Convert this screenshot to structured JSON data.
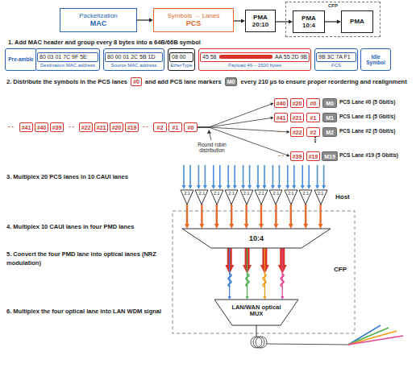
{
  "diagram": {
    "nodes": [
      {
        "text": [
          "Packetization",
          "MAC"
        ]
      },
      {
        "text": [
          "Symbols → Lanes",
          "PCS"
        ]
      },
      {
        "text": [
          "PMA",
          "20:10"
        ]
      },
      {
        "text": [
          "CFP"
        ]
      },
      {
        "text": [
          "PMA",
          "10:4"
        ],
        "in": 3
      },
      {
        "text": [
          "PMA"
        ],
        "in": 3
      },
      {
        "text": [
          "Pre-amble"
        ]
      },
      {
        "text": [
          "80 03 01 7C 9F 5E",
          "Destination MAC address"
        ]
      },
      {
        "text": [
          "80 00 01 2C 5B 1D",
          "Source MAC address"
        ]
      },
      {
        "text": [
          "08 00",
          "EtherType"
        ]
      },
      {
        "text": [
          "45 58",
          "AA 55 2D 9B",
          "Payload 46 – 1500 bytes"
        ]
      },
      {
        "text": [
          "9B 3C 7A F1",
          "FCS"
        ]
      },
      {
        "text": [
          "Idle Symbol"
        ]
      },
      {
        "text": [
          "#41"
        ]
      },
      {
        "text": [
          "#40"
        ]
      },
      {
        "text": [
          "#39"
        ]
      },
      {
        "text": [
          "#22"
        ]
      },
      {
        "text": [
          "#21"
        ]
      },
      {
        "text": [
          "#20"
        ]
      },
      {
        "text": [
          "#19"
        ]
      },
      {
        "text": [
          "#2"
        ]
      },
      {
        "text": [
          "#1"
        ]
      },
      {
        "text": [
          "#0"
        ]
      },
      {
        "text": [
          "#40"
        ]
      },
      {
        "text": [
          "#20"
        ]
      },
      {
        "text": [
          "#0"
        ]
      },
      {
        "text": [
          "M0"
        ]
      },
      {
        "text": [
          "#41"
        ]
      },
      {
        "text": [
          "#21"
        ]
      },
      {
        "text": [
          "#1"
        ]
      },
      {
        "text": [
          "M1"
        ]
      },
      {
        "text": [
          "#22"
        ]
      },
      {
        "text": [
          "#2"
        ]
      },
      {
        "text": [
          "M2"
        ]
      },
      {
        "text": [
          "#39"
        ]
      },
      {
        "text": [
          "#19"
        ]
      },
      {
        "text": [
          "M19"
        ]
      },
      {
        "text": [
          "2:1"
        ]
      },
      {
        "text": [
          "2:1"
        ]
      },
      {
        "text": [
          "2:1"
        ]
      },
      {
        "text": [
          "2:1"
        ]
      },
      {
        "text": [
          "2:1"
        ]
      },
      {
        "text": [
          "2:1"
        ]
      },
      {
        "text": [
          "2:1"
        ]
      },
      {
        "text": [
          "2:1"
        ]
      },
      {
        "text": [
          "2:1"
        ]
      },
      {
        "text": [
          "2:1"
        ]
      },
      {
        "text": [
          "10:4"
        ]
      },
      {
        "text": [
          "LAN/WAN optical MUX"
        ]
      }
    ],
    "edges": [
      {
        "from": 0,
        "to": 1,
        "arrow": "to"
      },
      {
        "from": 1,
        "to": 2,
        "arrow": "to"
      },
      {
        "from": 2,
        "to": 4,
        "arrow": "to"
      },
      {
        "from": 4,
        "to": 5,
        "arrow": "to"
      },
      {
        "from": 22,
        "to": 23,
        "arrow": "to"
      },
      {
        "from": 22,
        "to": 27,
        "arrow": "to"
      },
      {
        "from": 22,
        "to": 31,
        "arrow": "to"
      },
      {
        "from": 22,
        "to": 34,
        "arrow": "to"
      },
      {
        "from": 37,
        "to": 47,
        "arrow": "to"
      },
      {
        "from": 38,
        "to": 47,
        "arrow": "to"
      },
      {
        "from": 39,
        "to": 47,
        "arrow": "to"
      },
      {
        "from": 40,
        "to": 47,
        "arrow": "to"
      },
      {
        "from": 41,
        "to": 47,
        "arrow": "to"
      },
      {
        "from": 42,
        "to": 47,
        "arrow": "to"
      },
      {
        "from": 43,
        "to": 47,
        "arrow": "to"
      },
      {
        "from": 44,
        "to": 47,
        "arrow": "to"
      },
      {
        "from": 45,
        "to": 47,
        "arrow": "to"
      },
      {
        "from": 46,
        "to": 47,
        "arrow": "to"
      },
      {
        "from": 47,
        "to": 48,
        "arrow": "to"
      },
      {
        "from": 47,
        "to": 48,
        "arrow": "to"
      },
      {
        "from": 47,
        "to": 48,
        "arrow": "to"
      },
      {
        "from": 47,
        "to": 48,
        "arrow": "to"
      }
    ],
    "labels": [
      "1. Add MAC header and group every 8 bytes into a 64B/66B symbol",
      "2. Distribute the symbols in the PCS lanes",
      "#0",
      "and add PCS lane markers",
      "M0",
      "every 210 µs to ensure proper reordering and realignment",
      "- -",
      "- -",
      "- -",
      "Round robin distribution",
      "PCS Lane #0 (5 Gbit/s)",
      "PCS Lane #1 (5 Gbit/s)",
      "- -",
      "PCS Lane #2 (5 Gbit/s)",
      "⋮",
      "- -",
      "PCS Lane #19 (5 Gbit/s)",
      "3. Multiplex 20 PCS lanes in 10 CAUI lanes",
      "Host",
      "4. Multiplex 10 CAUI lanes in four PMD lanes",
      "CFP",
      "5. Convert the four PMD lane into optical lanes (NRZ modulation)",
      "6. Multiplex the four optical lane into LAN WDM signal"
    ]
  }
}
